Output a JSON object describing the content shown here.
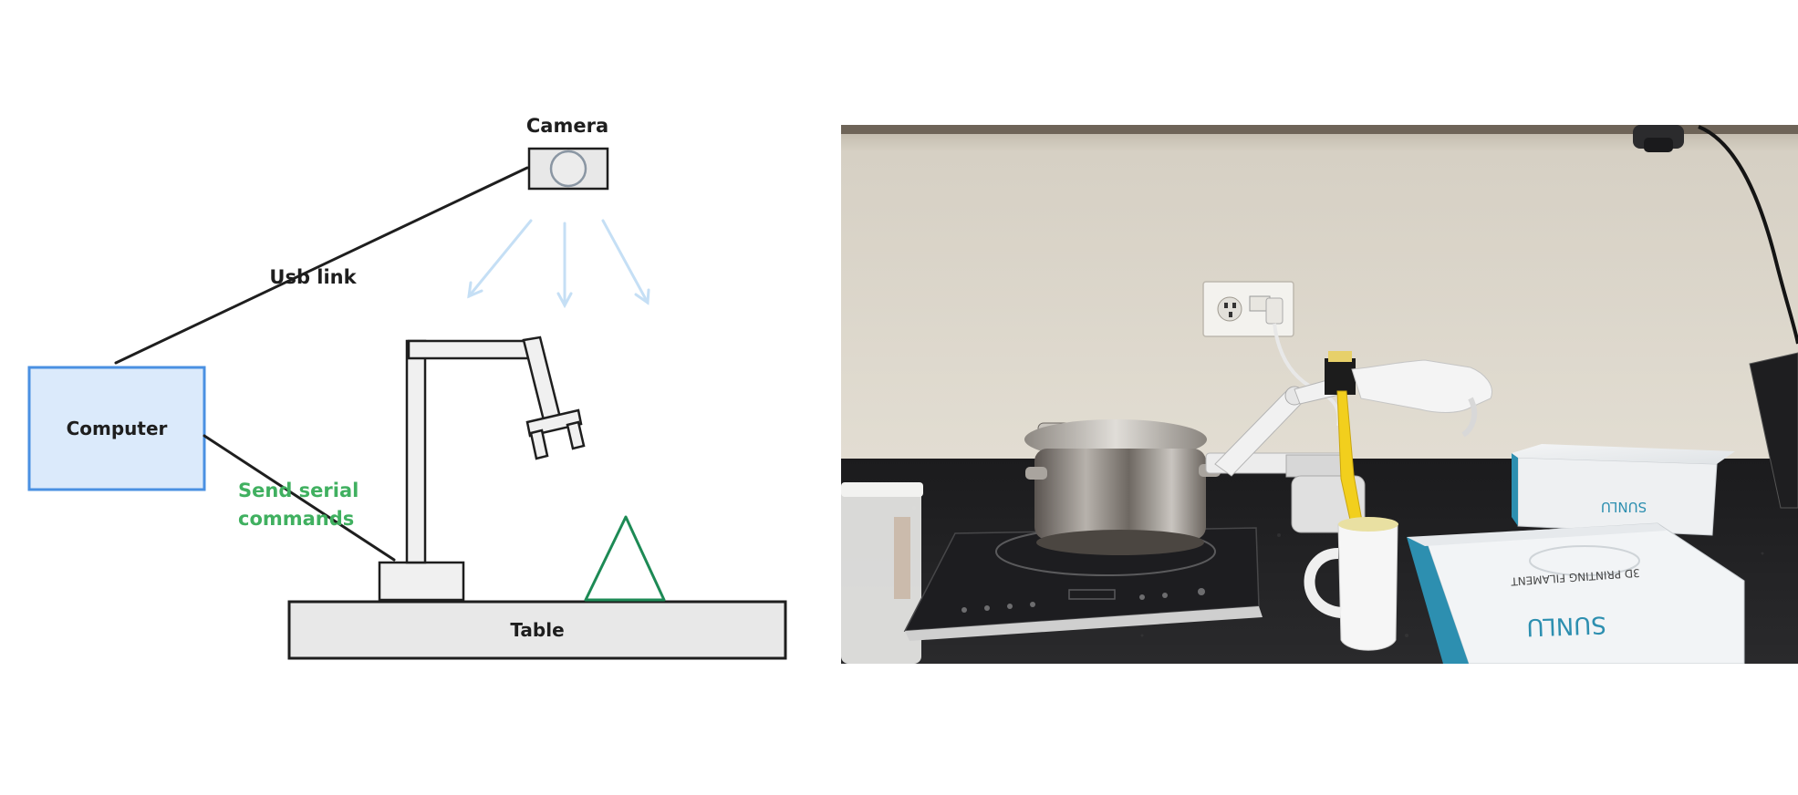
{
  "diagram": {
    "camera_label": "Camera",
    "usb_label": "Usb link",
    "computer_label": "Computer",
    "serial_label_line1": "Send serial",
    "serial_label_line2": "commands",
    "table_label": "Table"
  },
  "colors": {
    "stroke": "#1e1e1e",
    "computer_fill": "#dbeafb",
    "computer_stroke": "#4a90e2",
    "view_arrows": "#c5dff5",
    "serial_text": "#40b060",
    "triangle": "#1d8a55",
    "table_fill": "#e8e8e8",
    "arm_fill": "#f0f0f0",
    "camera_fill": "#e8e8e8"
  },
  "photo": {
    "brand_text": "SUNLU",
    "box_text": "3D PRINTING FILAMENT"
  }
}
